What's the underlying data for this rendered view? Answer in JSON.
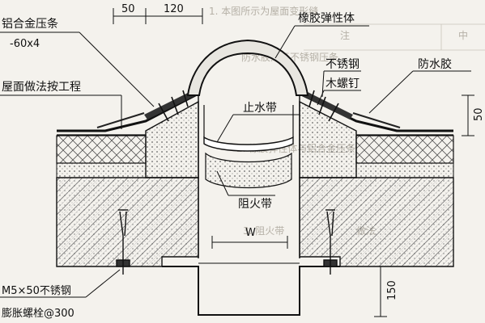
{
  "dims": {
    "d50_top": "50",
    "d120_top": "120",
    "d50_right": "50",
    "d150_bottom": "150",
    "w": "W"
  },
  "labels": {
    "alu_strip": "铝合金压条",
    "alu_size": "-60x4",
    "roof_method": "屋面做法按工程",
    "rubber_body": "橡胶弹性体",
    "stainless": "不锈钢",
    "wood_screw": "木螺钉",
    "waterproof_glue": "防水胶",
    "waterstop": "止水带",
    "fire_barrier": "阻火带",
    "bolt_spec": "M5×50不锈钢",
    "bolt_spacing": "膨胀螺栓@300"
  },
  "background_text": [
    "1. 本图所示为屋面变形缝",
    "防水胶涂于不锈钢压条",
    "2. 橡胶弹性体与铝合金压条",
    "3. 阻火带",
    "做法",
    "注",
    "中"
  ]
}
